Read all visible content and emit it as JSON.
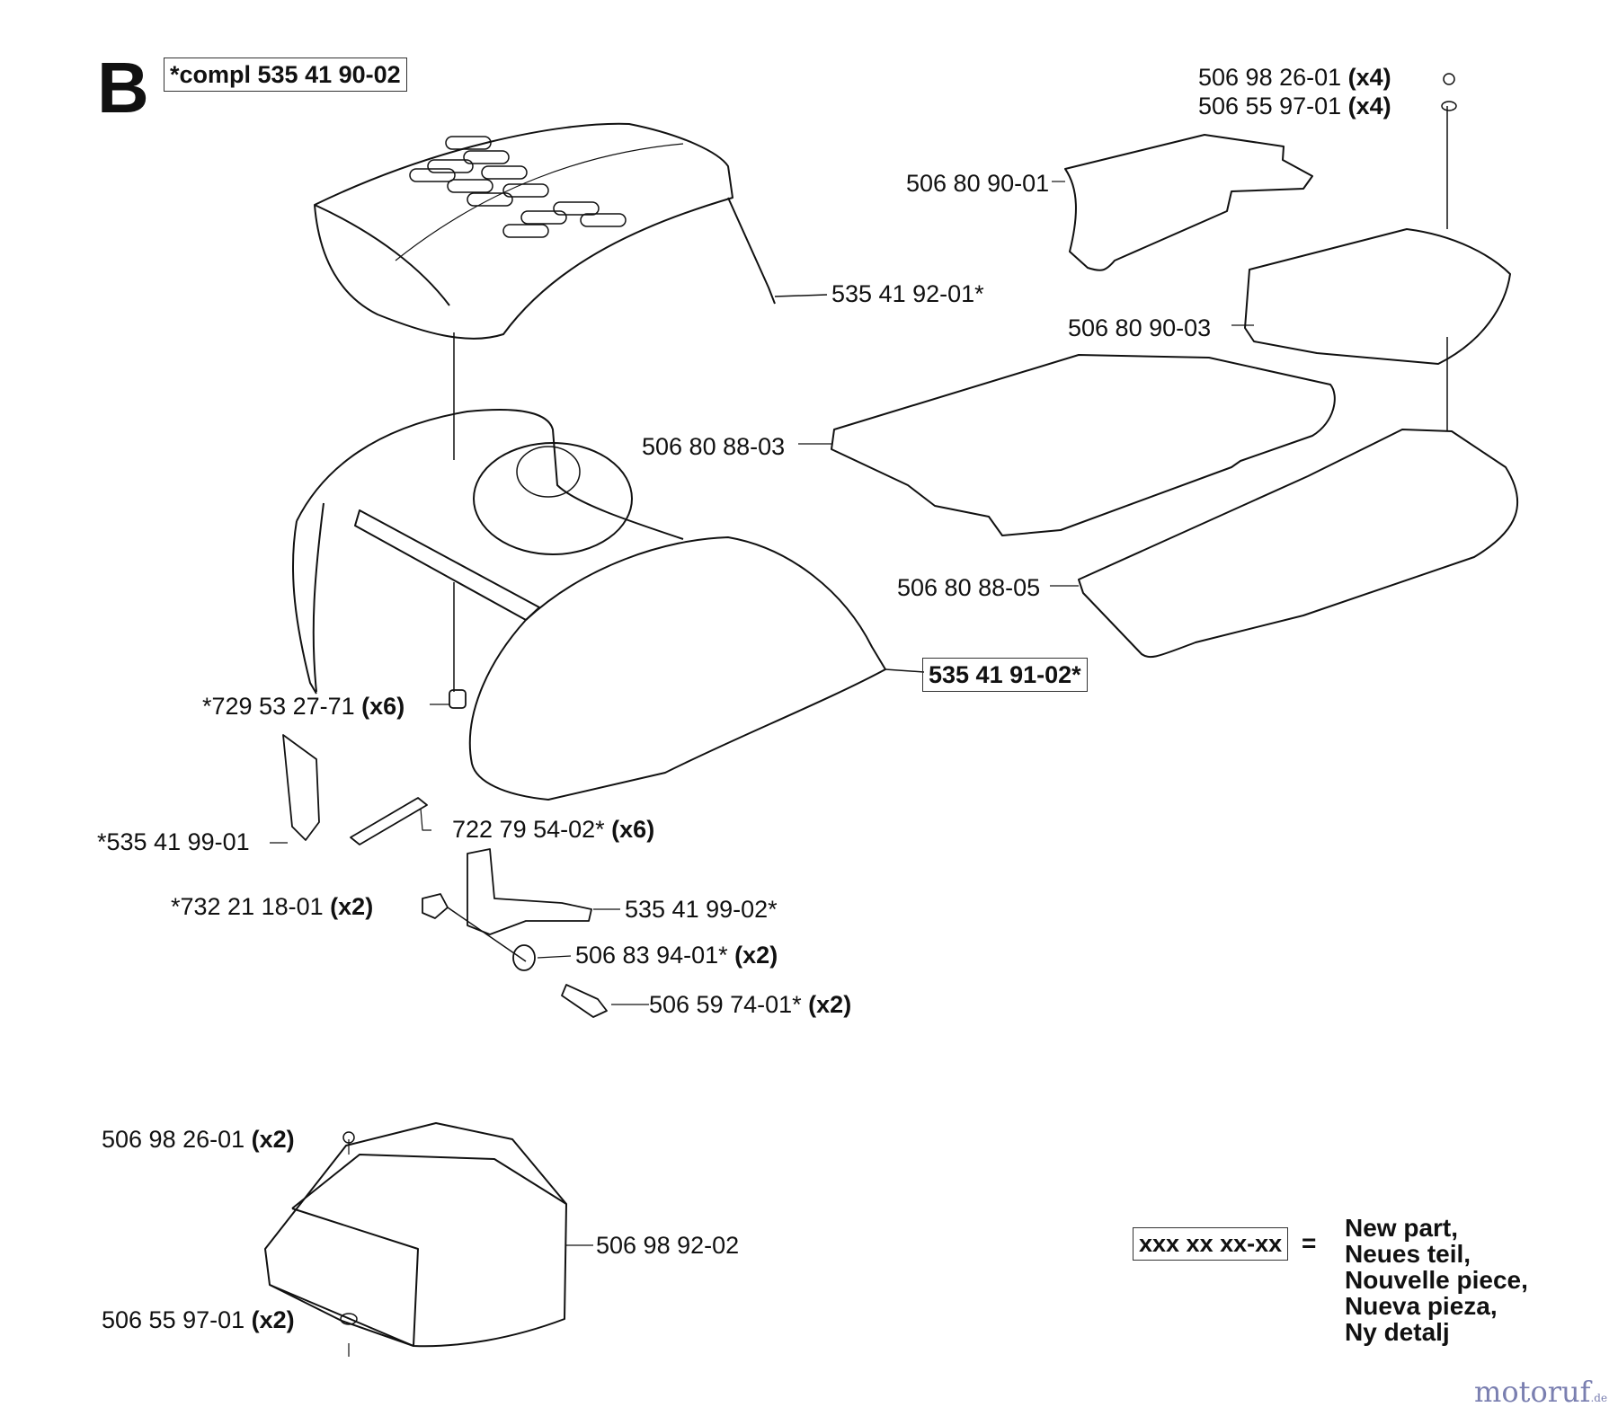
{
  "section_letter": "B",
  "kit_label": "*compl 535 41 90-02",
  "parts": {
    "p1_num": "506 98 26-01",
    "p1_qty": "(x4)",
    "p2_num": "506 55 97-01",
    "p2_qty": "(x4)",
    "p3": "506 80 90-01",
    "p4": "535 41 92-01*",
    "p5": "506 80 90-03",
    "p6": "506 80 88-03",
    "p7": "506 80 88-05",
    "p8": "535 41 91-02*",
    "p9_num": "*729 53 27-71",
    "p9_qty": "(x6)",
    "p10": "*535 41 99-01",
    "p11_num": "722 79 54-02*",
    "p11_qty": "(x6)",
    "p12_num": "*732 21 18-01",
    "p12_qty": "(x2)",
    "p13": "535 41 99-02*",
    "p14_num": "506 83 94-01*",
    "p14_qty": "(x2)",
    "p15_num": "506 59 74-01*",
    "p15_qty": "(x2)",
    "p16_num": "506 98 26-01",
    "p16_qty": "(x2)",
    "p17": "506 98 92-02",
    "p18_num": "506 55 97-01",
    "p18_qty": "(x2)"
  },
  "legend": {
    "box": "xxx xx xx-xx",
    "equals": "=",
    "lines": [
      "New part,",
      "Neues teil,",
      "Nouvelle piece,",
      "Nueva pieza,",
      "Ny detalj"
    ]
  },
  "watermark": {
    "text": "motoruf",
    "suffix": ".de"
  }
}
